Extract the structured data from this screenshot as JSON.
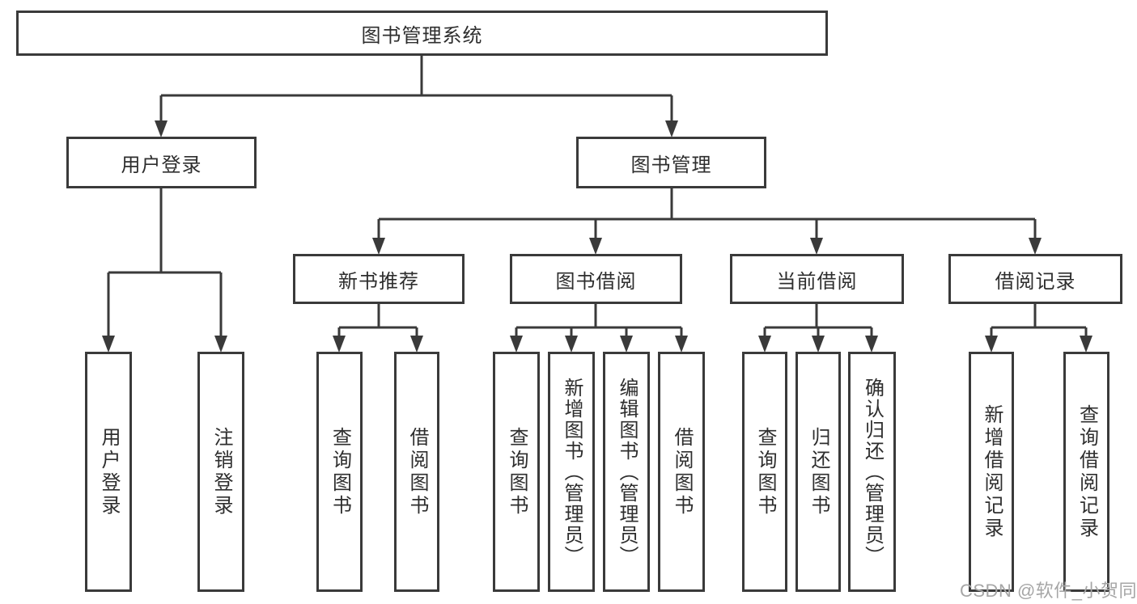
{
  "tree": {
    "root": {
      "label": "图书管理系统"
    },
    "user_login": {
      "label": "用户登录",
      "children": [
        {
          "label": "用户登录"
        },
        {
          "label": "注销登录"
        }
      ]
    },
    "book_management": {
      "label": "图书管理",
      "children": [
        {
          "label": "新书推荐",
          "children": [
            {
              "label": "查询图书"
            },
            {
              "label": "借阅图书"
            }
          ]
        },
        {
          "label": "图书借阅",
          "children": [
            {
              "label": "查询图书"
            },
            {
              "label": "新增图书（管理员）"
            },
            {
              "label": "编辑图书（管理员）"
            },
            {
              "label": "借阅图书"
            }
          ]
        },
        {
          "label": "当前借阅",
          "children": [
            {
              "label": "查询图书"
            },
            {
              "label": "归还图书"
            },
            {
              "label": "确认归还（管理员）"
            }
          ]
        },
        {
          "label": "借阅记录",
          "children": [
            {
              "label": "新增借阅记录"
            },
            {
              "label": "查询借阅记录"
            }
          ]
        }
      ]
    }
  },
  "watermark": "CSDN @软件_小贺同学",
  "colors": {
    "line": "#3a3a3a",
    "text": "#2e2e2e",
    "background": "#ffffff",
    "watermark_text": "#a6a6a6"
  }
}
